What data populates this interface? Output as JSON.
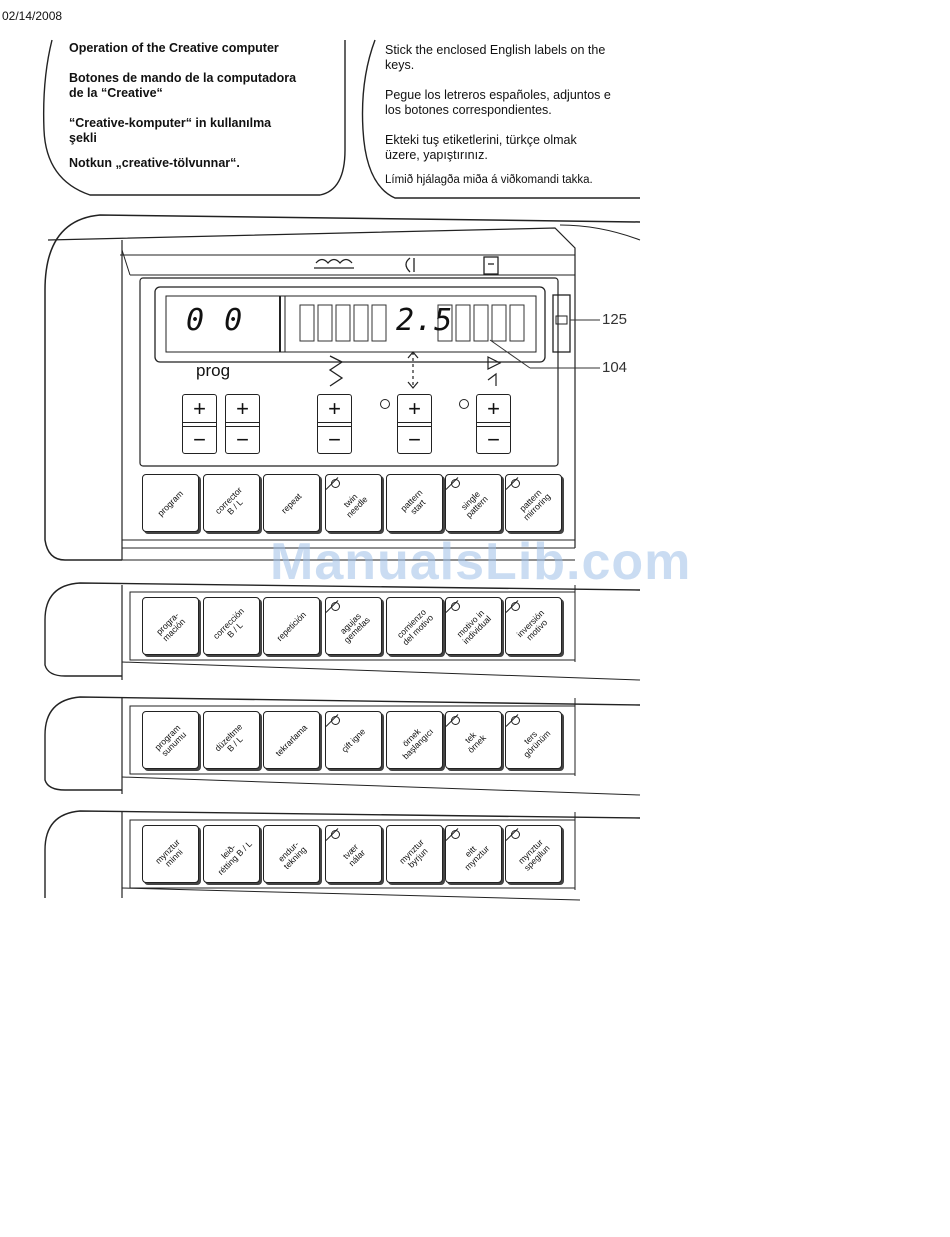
{
  "date": "02/14/2008",
  "left_box": {
    "lines": [
      {
        "text": "Operation of the Creative computer"
      },
      {
        "text": "Botones de mando de la computadora"
      },
      {
        "text": "de la “Creative“"
      },
      {
        "text": "“Creative-komputer“ in kullanılma"
      },
      {
        "text": "şekli"
      },
      {
        "text": "Notkun „creative-tölvunnar“."
      }
    ]
  },
  "right_box": {
    "lines": [
      {
        "text": "Stick the enclosed English labels on the"
      },
      {
        "text": "keys."
      },
      {
        "text": "Pegue los letreros españoles, adjuntos e"
      },
      {
        "text": "los botones correspondientes."
      },
      {
        "text": "Ekteki tuş etiketlerini, türkçe olmak"
      },
      {
        "text": "üzere, yapıştırınız."
      },
      {
        "text": "Límið hjálagða miða á viðkomandi takka."
      }
    ]
  },
  "display": {
    "prog_digits": "0 0",
    "value": "2.5"
  },
  "controls": {
    "prog_label": "prog",
    "plus": "+",
    "minus": "−"
  },
  "callouts": {
    "c125": "125",
    "c104": "104"
  },
  "panels": [
    {
      "keys": [
        {
          "l1": "program",
          "l2": "",
          "led": false
        },
        {
          "l1": "corrector",
          "l2": "B / L",
          "led": false
        },
        {
          "l1": "repeat",
          "l2": "",
          "led": false
        },
        {
          "l1": "twin",
          "l2": "needle",
          "led": true
        },
        {
          "l1": "pattern",
          "l2": "start",
          "led": false
        },
        {
          "l1": "single",
          "l2": "pattern",
          "led": true
        },
        {
          "l1": "pattern",
          "l2": "mirroring",
          "led": true
        }
      ]
    },
    {
      "keys": [
        {
          "l1": "progra-",
          "l2": "mación",
          "led": false
        },
        {
          "l1": "corrección",
          "l2": "B / L",
          "led": false
        },
        {
          "l1": "repetición",
          "l2": "",
          "led": false
        },
        {
          "l1": "agujas",
          "l2": "gemelas",
          "led": true
        },
        {
          "l1": "comienzo",
          "l2": "del motivo",
          "led": false
        },
        {
          "l1": "motivo in",
          "l2": "individual",
          "led": true
        },
        {
          "l1": "inversión",
          "l2": "motivo",
          "led": true
        }
      ]
    },
    {
      "keys": [
        {
          "l1": "program",
          "l2": "sunumu",
          "led": false
        },
        {
          "l1": "düzeltme",
          "l2": "B / L",
          "led": false
        },
        {
          "l1": "tekrarlama",
          "l2": "",
          "led": false
        },
        {
          "l1": "çift igne",
          "l2": "",
          "led": true
        },
        {
          "l1": "örnek",
          "l2": "başlangıcı",
          "led": false
        },
        {
          "l1": "tek",
          "l2": "örnek",
          "led": true
        },
        {
          "l1": "ters",
          "l2": "görünüm",
          "led": true
        }
      ]
    },
    {
      "keys": [
        {
          "l1": "mynztur",
          "l2": "minni",
          "led": false
        },
        {
          "l1": "leið-",
          "l2": "rétting B / L",
          "led": false
        },
        {
          "l1": "endur-",
          "l2": "tekning",
          "led": false
        },
        {
          "l1": "tvær",
          "l2": "nálar",
          "led": true
        },
        {
          "l1": "mynztur",
          "l2": "byrjun",
          "led": false
        },
        {
          "l1": "eitt",
          "l2": "mynztur",
          "led": true
        },
        {
          "l1": "mynztur",
          "l2": "spegilun",
          "led": true
        }
      ]
    }
  ],
  "watermark": "ManualsLib.com"
}
